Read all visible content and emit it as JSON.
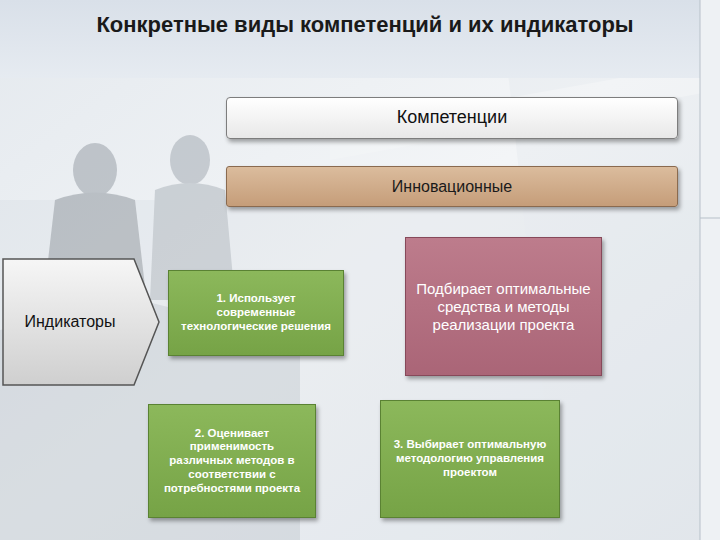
{
  "diagram": {
    "title": "Конкретные виды компетенций и их индикаторы",
    "nodes": [
      {
        "text": [
          "Компетенции"
        ]
      },
      {
        "text": [
          "Инновационные"
        ]
      },
      {
        "text": [
          "Индикаторы"
        ]
      },
      {
        "text": [
          "1. Использует современные технологические решения"
        ]
      },
      {
        "text": [
          "Подбирает оптимальные средства и методы реализации проекта"
        ]
      },
      {
        "text": [
          "2. Оценивает применимость различных методов в соответствии с потребностями проекта"
        ]
      },
      {
        "text": [
          "3. Выбирает оптимальную методологию управления проектом"
        ]
      }
    ]
  }
}
